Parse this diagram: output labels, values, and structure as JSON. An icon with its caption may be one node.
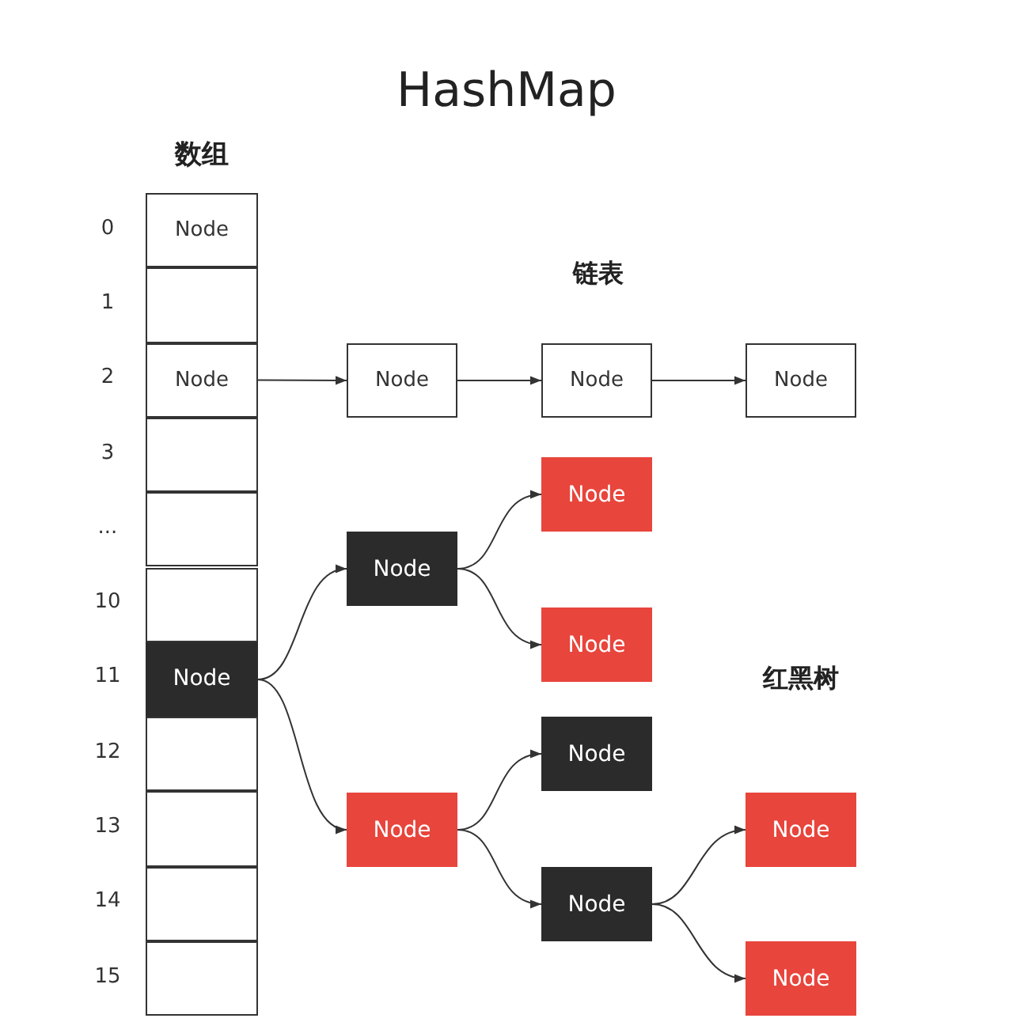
{
  "diagram": {
    "title": "HashMap",
    "nodes": [
      {
        "text": [
          "数组"
        ]
      },
      {
        "text": [
          "Node"
        ],
        "in": 0
      },
      {
        "text": [],
        "shape": "box",
        "in": 0
      },
      {
        "text": [
          "Node"
        ],
        "in": 0
      },
      {
        "text": [],
        "shape": "box",
        "in": 0
      },
      {
        "text": [],
        "shape": "box",
        "in": 0
      },
      {
        "text": [],
        "shape": "box",
        "in": 0
      },
      {
        "text": [
          "Node"
        ],
        "in": 0
      },
      {
        "text": [],
        "shape": "box",
        "in": 0
      },
      {
        "text": [],
        "shape": "box",
        "in": 0
      },
      {
        "text": [],
        "shape": "box",
        "in": 0
      },
      {
        "text": [],
        "shape": "box",
        "in": 0
      },
      {
        "text": [
          "Node"
        ]
      },
      {
        "text": [
          "Node"
        ]
      },
      {
        "text": [
          "Node"
        ]
      },
      {
        "text": [
          "Node"
        ]
      },
      {
        "text": [
          "Node"
        ]
      },
      {
        "text": [
          "Node"
        ]
      },
      {
        "text": [
          "Node"
        ]
      },
      {
        "text": [
          "Node"
        ]
      },
      {
        "text": [
          "Node"
        ]
      },
      {
        "text": [
          "Node"
        ]
      },
      {
        "text": [
          "Node"
        ]
      }
    ],
    "edges": [
      {
        "from": 3,
        "to": 12,
        "arrow": "to"
      },
      {
        "from": 12,
        "to": 13,
        "arrow": "to"
      },
      {
        "from": 13,
        "to": 14,
        "arrow": "to"
      },
      {
        "from": 7,
        "to": 15,
        "arrow": "to"
      },
      {
        "from": 7,
        "to": 18,
        "arrow": "to"
      },
      {
        "from": 15,
        "to": 16,
        "arrow": "to"
      },
      {
        "from": 15,
        "to": 17,
        "arrow": "to"
      },
      {
        "from": 18,
        "to": 19,
        "arrow": "to"
      },
      {
        "from": 18,
        "to": 20,
        "arrow": "to"
      },
      {
        "from": 20,
        "to": 21,
        "arrow": "to"
      },
      {
        "from": 20,
        "to": 22,
        "arrow": "to"
      }
    ],
    "labels": [
      "0",
      "1",
      "2",
      "3",
      "...",
      "10",
      "11",
      "12",
      "13",
      "14",
      "15",
      "链表",
      "红黑树"
    ]
  }
}
